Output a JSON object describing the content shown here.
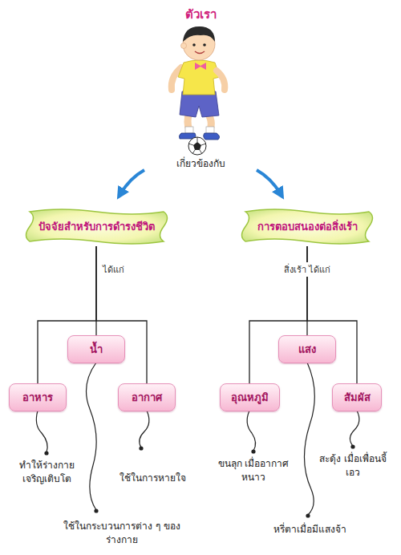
{
  "diagram": {
    "title": "ตัวเรา",
    "nodes": [
      {
        "text": [
          "ปัจจัยสำหรับการดำรงชีวิต"
        ]
      },
      {
        "text": [
          "การตอบสนองต่อสิ่งเร้า"
        ]
      },
      {
        "text": [
          "อาหาร"
        ]
      },
      {
        "text": [
          "น้ำ"
        ]
      },
      {
        "text": [
          "อากาศ"
        ]
      },
      {
        "text": [
          "อุณหภูมิ"
        ]
      },
      {
        "text": [
          "แสง"
        ]
      },
      {
        "text": [
          "สัมผัส"
        ]
      }
    ],
    "edges": [
      {
        "from": 0,
        "to": 2,
        "arrow": "none"
      },
      {
        "from": 0,
        "to": 3,
        "arrow": "none",
        "label": "ได้แก่"
      },
      {
        "from": 0,
        "to": 4,
        "arrow": "none"
      },
      {
        "from": 1,
        "to": 5,
        "arrow": "none"
      },
      {
        "from": 1,
        "to": 6,
        "arrow": "none",
        "label": "สิ่งเร้า ได้แก่"
      },
      {
        "from": 1,
        "to": 7,
        "arrow": "none"
      }
    ],
    "labels": [
      "เกี่ยวข้องกับ",
      "ทำให้ร่างกาย เจริญเติบโต",
      "ใช้ในกระบวนการต่าง ๆ ของร่างกาย",
      "ใช้ในการหายใจ",
      "ขนลุก เมื่ออากาศหนาว",
      "หรี่ตาเมื่อมีแสงจ้า",
      "สะดุ้ง เมื่อเพื่อนจี้เอว"
    ]
  }
}
